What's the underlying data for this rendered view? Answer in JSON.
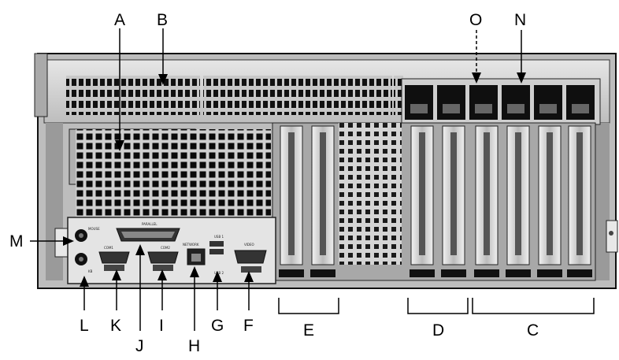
{
  "callouts": {
    "A": "A",
    "B": "B",
    "C": "C",
    "D": "D",
    "E": "E",
    "F": "F",
    "G": "G",
    "H": "H",
    "I": "I",
    "J": "J",
    "K": "K",
    "L": "L",
    "M": "M",
    "N": "N",
    "O": "O"
  },
  "panel_labels": {
    "mouse": "MOUSE",
    "kb": "KB",
    "parallel": "PARALLEL",
    "com1": "COM1",
    "com2": "COM2",
    "network": "NETWORK",
    "usb1": "USB 1",
    "usb2": "USB 2",
    "video": "VIDEO"
  }
}
